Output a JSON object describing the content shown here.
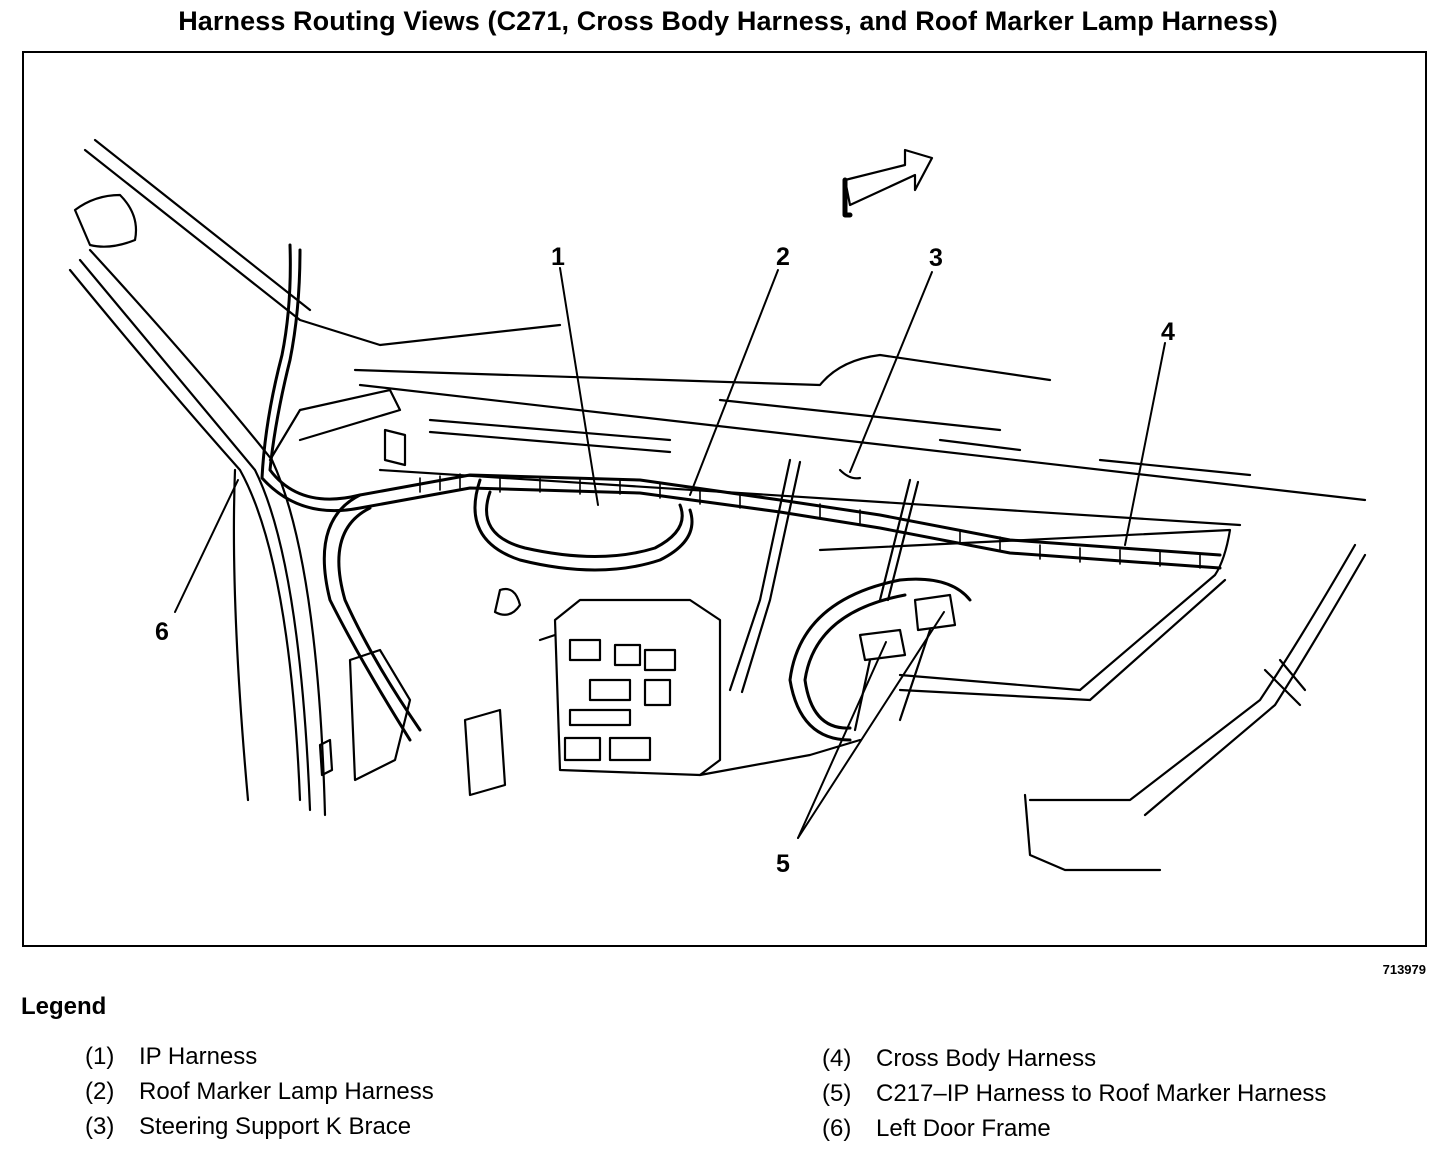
{
  "title": "Harness Routing Views (C271, Cross Body Harness, and Roof Marker Lamp Harness)",
  "figure_id": "713979",
  "callouts": [
    "1",
    "2",
    "3",
    "4",
    "5",
    "6"
  ],
  "legend": {
    "heading": "Legend",
    "items": [
      {
        "num": "(1)",
        "label": "IP Harness"
      },
      {
        "num": "(2)",
        "label": "Roof Marker Lamp Harness"
      },
      {
        "num": "(3)",
        "label": "Steering Support K Brace"
      },
      {
        "num": "(4)",
        "label": "Cross Body Harness"
      },
      {
        "num": "(5)",
        "label": "C217–IP Harness to Roof Marker Harness"
      },
      {
        "num": "(6)",
        "label": "Left Door Frame"
      }
    ]
  }
}
